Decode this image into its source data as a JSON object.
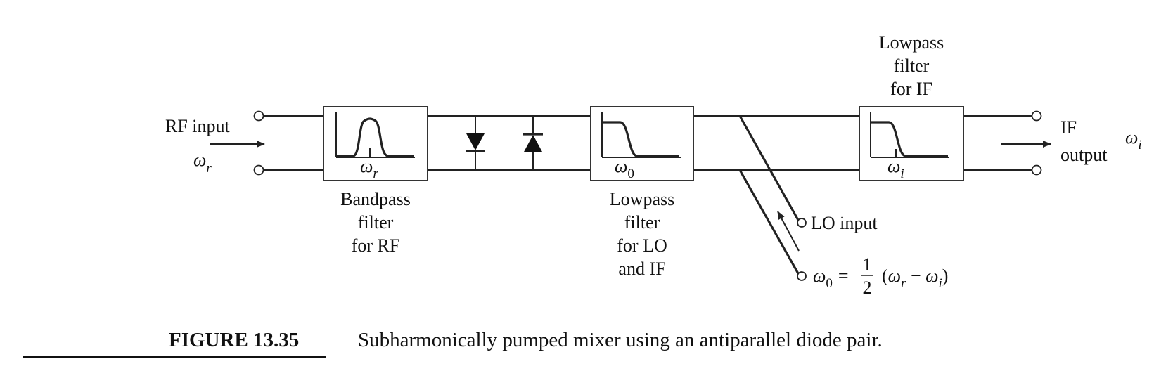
{
  "labels": {
    "rf_input": "RF input",
    "if_line1": "IF",
    "if_line2": "output",
    "bandpass": [
      "Bandpass",
      "filter",
      "for RF"
    ],
    "lowpass_lo": [
      "Lowpass",
      "filter",
      "for LO",
      "and IF"
    ],
    "lowpass_if": [
      "Lowpass",
      "filter",
      "for IF"
    ],
    "lo_input": "LO input"
  },
  "symbols": {
    "omega": "ω",
    "sub_r": "r",
    "sub_i": "i",
    "sub_0": "0",
    "eq_sign": "=",
    "frac_num": "1",
    "frac_den": "2",
    "paren_open": "(",
    "minus": " − ",
    "paren_close": ")"
  },
  "caption": {
    "figure": "FIGURE 13.35",
    "text": "Subharmonically pumped mixer using an antiparallel diode pair."
  }
}
